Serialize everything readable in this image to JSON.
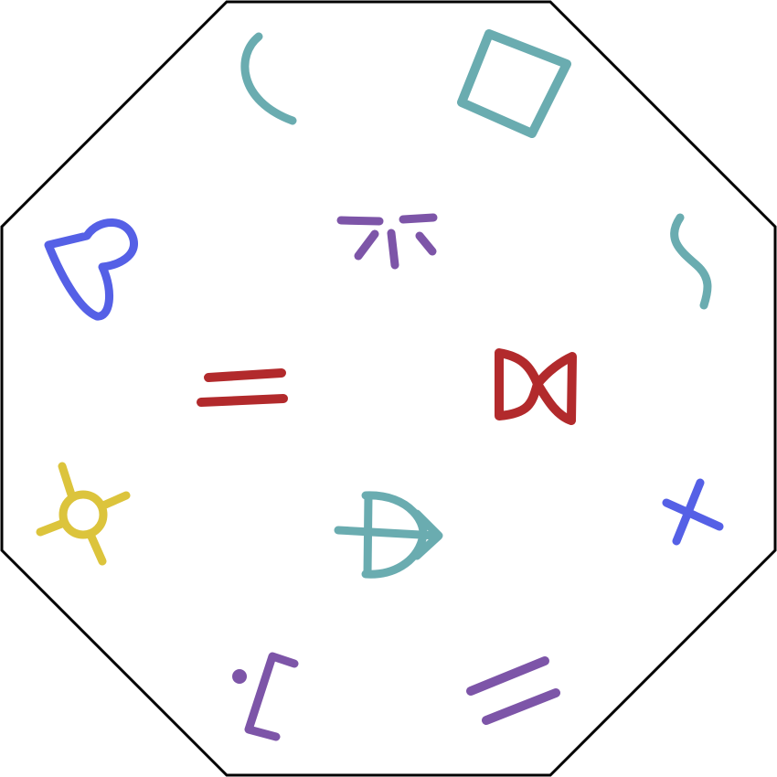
{
  "colors": {
    "background": "#ffffff",
    "outline": "#000000",
    "teal": "#6aacb0",
    "purple": "#7d55a8",
    "blue": "#5560e6",
    "red": "#b22a2c",
    "yellow": "#dcc43c"
  },
  "board": {
    "shape": "octagon"
  },
  "symbols": [
    {
      "name": "crescent",
      "color": "teal"
    },
    {
      "name": "square",
      "color": "teal"
    },
    {
      "name": "s-curve",
      "color": "teal"
    },
    {
      "name": "heart",
      "color": "blue"
    },
    {
      "name": "ladder-glyph",
      "color": "purple"
    },
    {
      "name": "equals",
      "color": "red"
    },
    {
      "name": "bowtie",
      "color": "red"
    },
    {
      "name": "sun-circle",
      "color": "yellow"
    },
    {
      "name": "bow-arrow",
      "color": "teal"
    },
    {
      "name": "cross",
      "color": "blue"
    },
    {
      "name": "dot-bracket",
      "color": "purple"
    },
    {
      "name": "slanted-equals",
      "color": "purple"
    }
  ]
}
